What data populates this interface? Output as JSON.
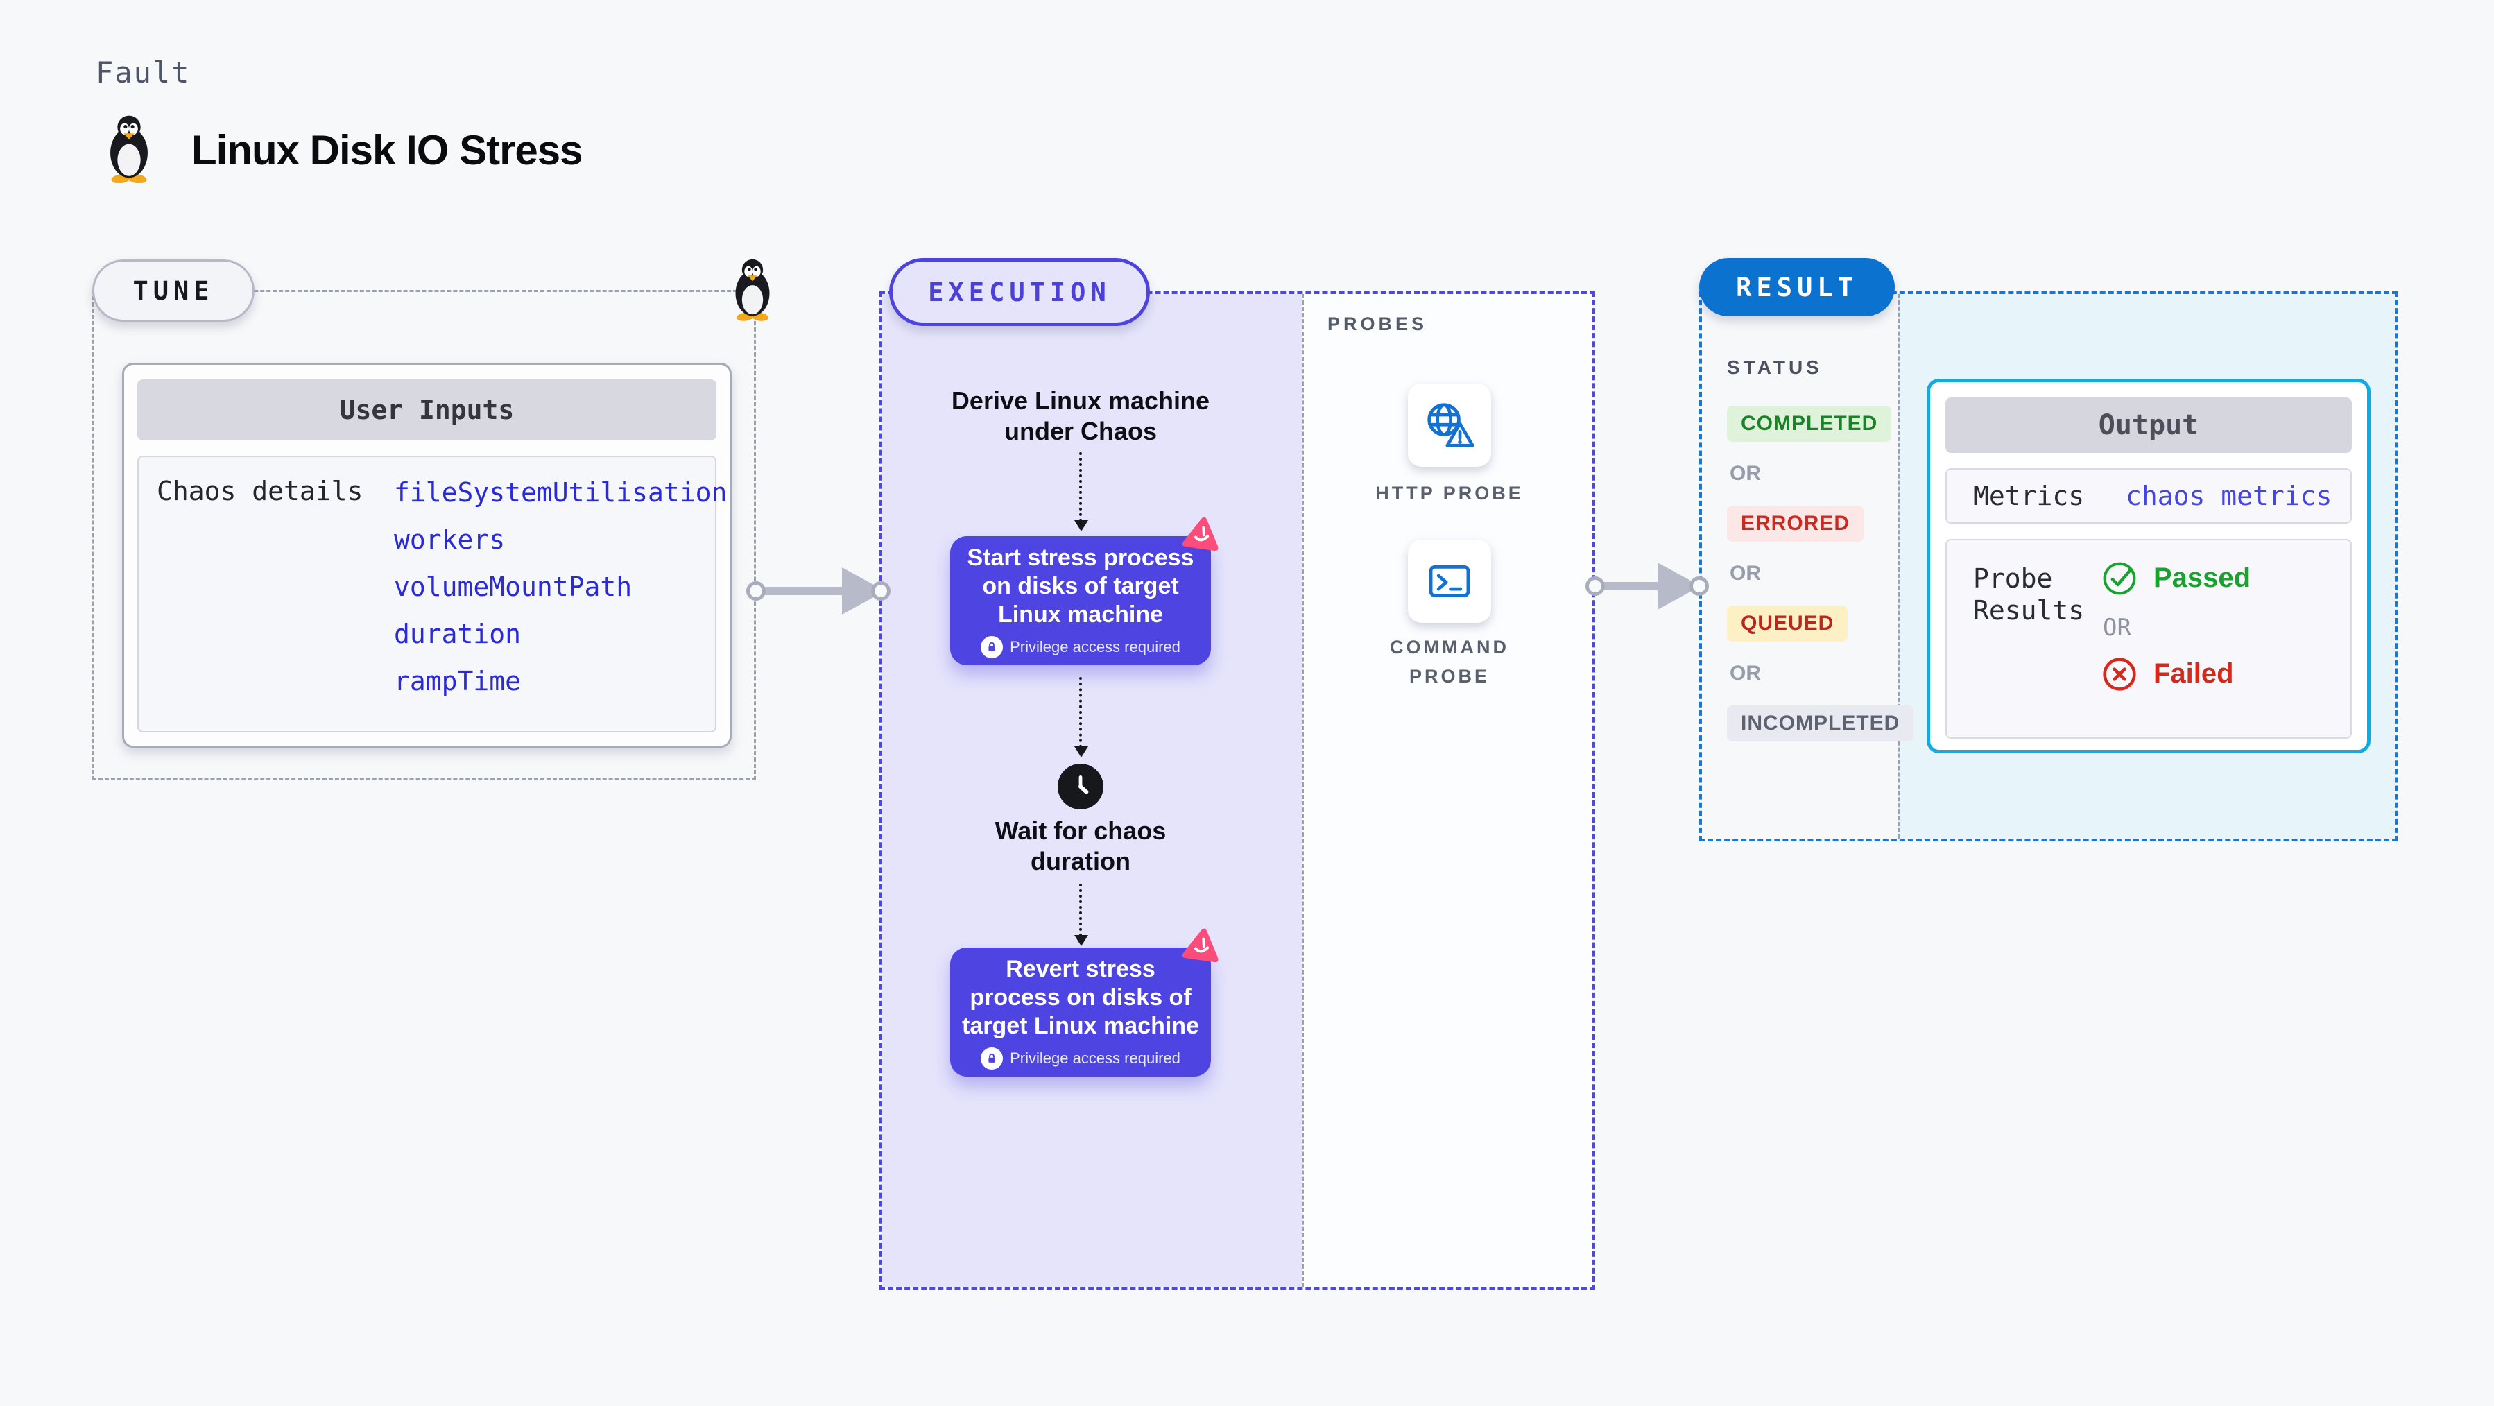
{
  "header": {
    "kicker": "Fault",
    "title": "Linux Disk IO Stress",
    "title_icon": "tux-penguin"
  },
  "tune": {
    "label": "TUNE",
    "corner_icon": "tux-penguin",
    "user_inputs": {
      "header": "User Inputs",
      "row_label": "Chaos details",
      "values": [
        "fileSystemUtilisation",
        "workers",
        "volumeMountPath",
        "duration",
        "rampTime"
      ]
    }
  },
  "execution": {
    "label": "EXECUTION",
    "flow": {
      "start_caption_l1": "Derive Linux machine",
      "start_caption_l2": "under Chaos",
      "node1": {
        "l1": "Start stress process",
        "l2": "on disks of target",
        "l3": "Linux machine",
        "lock": "Privilege access required"
      },
      "wait_l1": "Wait for chaos",
      "wait_l2": "duration",
      "node2": {
        "l1": "Revert stress",
        "l2": "process on disks of",
        "l3": "target Linux machine",
        "lock": "Privilege access required"
      }
    },
    "probes": {
      "label": "PROBES",
      "http": {
        "label": "HTTP PROBE",
        "icon": "globe-alert-icon"
      },
      "command": {
        "label_l1": "COMMAND",
        "label_l2": "PROBE",
        "icon": "terminal-icon"
      }
    }
  },
  "result": {
    "label": "RESULT",
    "status": {
      "label": "STATUS",
      "or": "OR",
      "items": [
        {
          "label": "COMPLETED",
          "text_color": "#1c8128",
          "bg": "#dff3da"
        },
        {
          "label": "ERRORED",
          "text_color": "#cb2a21",
          "bg": "#fbe7e5"
        },
        {
          "label": "QUEUED",
          "text_color": "#bc271d",
          "bg": "#fcf0c4"
        },
        {
          "label": "INCOMPLETED",
          "text_color": "#5d6271",
          "bg": "#e9e9f1"
        }
      ]
    },
    "output": {
      "header": "Output",
      "metrics_label": "Metrics",
      "metrics_value": "chaos metrics",
      "probe_label_l1": "Probe",
      "probe_label_l2": "Results",
      "passed": "Passed",
      "or": "OR",
      "failed": "Failed"
    }
  },
  "colors": {
    "page_bg": "#f7f8fa",
    "accent_indigo": "#4f43de",
    "node_indigo": "#4e44e1",
    "lavender_bg": "#e5e4fb",
    "result_blue": "#0c72cf",
    "output_cyan_border": "#12aae0",
    "result_cyan_bg": "#e7f5fb",
    "value_blue": "#2b2bd5",
    "link_blue": "#4545e6",
    "passed_green": "#1aa12f",
    "failed_red": "#d42a1e",
    "pink_badge": "#fa4d7c",
    "probe_icon_blue": "#1371d2",
    "arrow_gray": "#b7bac8"
  }
}
